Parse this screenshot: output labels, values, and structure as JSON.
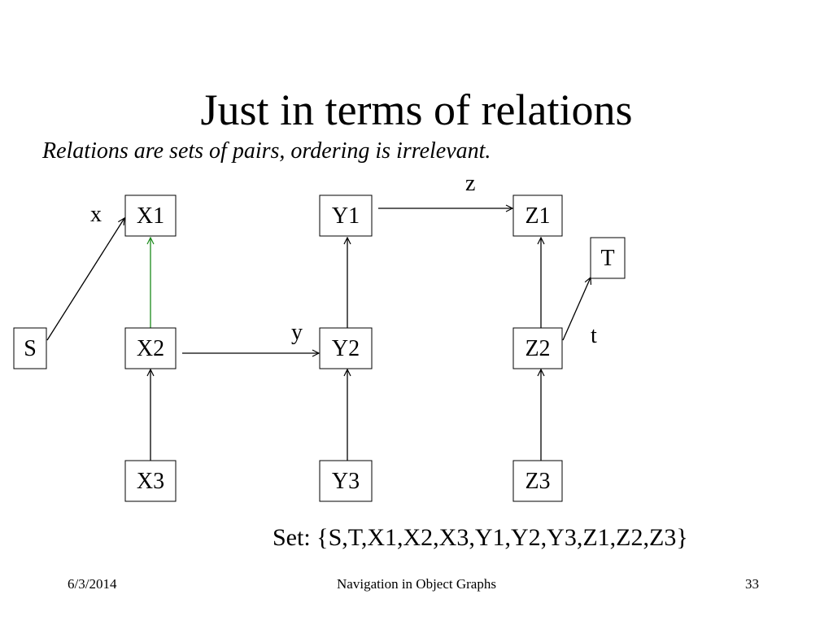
{
  "slide": {
    "title": "Just in terms of relations",
    "subtitle": "Relations are sets of pairs, ordering is irrelevant.",
    "set_text": "Set: {S,T,X1,X2,X3,Y1,Y2,Y3,Z1,Z2,Z3}"
  },
  "diagram": {
    "nodes": [
      "S",
      "X1",
      "X2",
      "X3",
      "Y1",
      "Y2",
      "Y3",
      "Z1",
      "Z2",
      "Z3",
      "T"
    ],
    "edges": [
      {
        "from": "S",
        "to": "X1",
        "label": "x"
      },
      {
        "from": "X2",
        "to": "X1",
        "color": "#1a8a1a"
      },
      {
        "from": "X3",
        "to": "X2"
      },
      {
        "from": "X2",
        "to": "Y2",
        "label": "y"
      },
      {
        "from": "Y2",
        "to": "Y1"
      },
      {
        "from": "Y3",
        "to": "Y2"
      },
      {
        "from": "Y1",
        "to": "Z1",
        "label": "z"
      },
      {
        "from": "Z2",
        "to": "Z1"
      },
      {
        "from": "Z3",
        "to": "Z2"
      },
      {
        "from": "Z2",
        "to": "T",
        "label": "t"
      }
    ],
    "edge_color": "#000000"
  },
  "footer": {
    "date": "6/3/2014",
    "center": "Navigation in Object Graphs",
    "page": "33"
  }
}
